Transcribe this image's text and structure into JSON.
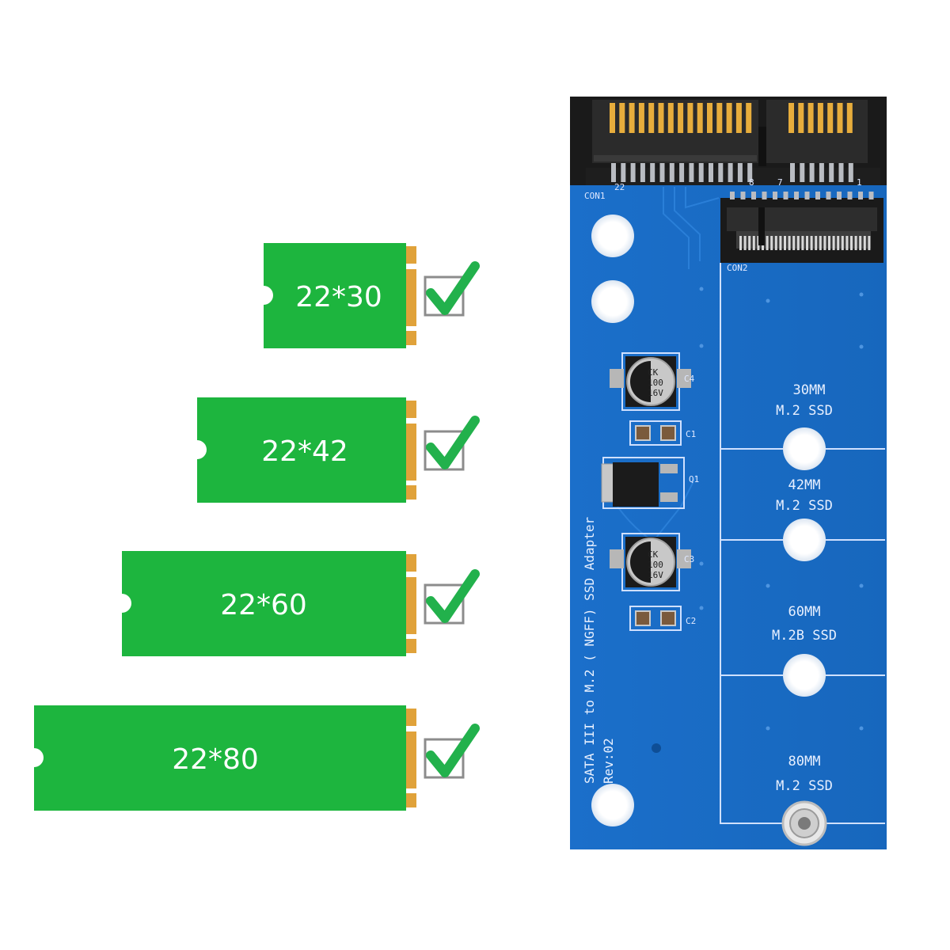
{
  "ssd_modules": [
    {
      "label": "22*30",
      "supported": true
    },
    {
      "label": "22*42",
      "supported": true
    },
    {
      "label": "22*60",
      "supported": true
    },
    {
      "label": "22*80",
      "supported": true
    }
  ],
  "board": {
    "title_line1": "SATA III to M.2 ( NGFF) SSD Adapter",
    "title_line2": "Rev:02",
    "connector_labels": {
      "con1": "CON1",
      "con2": "CON2"
    },
    "pin_numbers": {
      "sata_left": "22",
      "sata_mid": "8",
      "sata_right_7": "7",
      "sata_right_1": "1"
    },
    "slot_labels": [
      {
        "size": "30MM",
        "type": "M.2  SSD"
      },
      {
        "size": "42MM",
        "type": "M.2  SSD"
      },
      {
        "size": "60MM",
        "type": "M.2B  SSD"
      },
      {
        "size": "80MM",
        "type": "M.2  SSD"
      }
    ],
    "components": {
      "c4": "C4",
      "c1": "C1",
      "q1": "Q1",
      "c3": "C3",
      "c2": "C2"
    },
    "capacitor_marking": {
      "line1": "CK",
      "line2": "100",
      "line3": "16V"
    }
  },
  "colors": {
    "ssd_green": "#1db53e",
    "gold_contact": "#e0a23a",
    "check_green": "#22b14c",
    "pcb_blue": "#1a6fc7",
    "pcb_blue_dark": "#155fae",
    "connector_black": "#1a1a1a"
  }
}
